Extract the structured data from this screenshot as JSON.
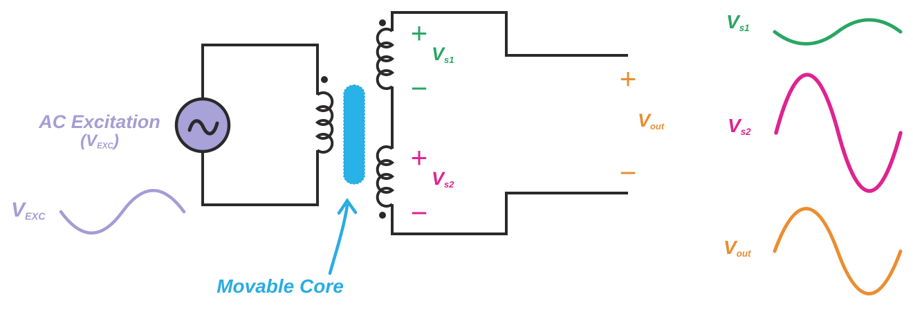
{
  "colors": {
    "wire": "#2b292a",
    "lavender": "#a49dd4",
    "lavender-fill": "#a8a2d8",
    "green": "#29a662",
    "pink": "#df2390",
    "orange": "#ea8e31",
    "cyan": "#2bace2",
    "cyan-fill": "#29b2e8"
  },
  "excitation": {
    "title": "AC Excitation",
    "paren_open": "(",
    "v": "V",
    "v_sub": "EXC",
    "paren_close": ")"
  },
  "excitation_wave_label": {
    "v": "V",
    "sub": "EXC"
  },
  "core": {
    "label": "Movable Core"
  },
  "secondary1": {
    "plus": "+",
    "minus": "−",
    "v": "V",
    "sub": "s1"
  },
  "secondary2": {
    "plus": "+",
    "minus": "−",
    "v": "V",
    "sub": "s2"
  },
  "output": {
    "plus": "+",
    "minus": "−",
    "v": "V",
    "sub": "out"
  },
  "waveform_labels": {
    "vs1": {
      "v": "V",
      "sub": "s1"
    },
    "vs2": {
      "v": "V",
      "sub": "s2"
    },
    "vout": {
      "v": "V",
      "sub": "out"
    }
  },
  "waveforms": [
    {
      "name": "Vs1",
      "color": "#29a662",
      "shape": "small amplitude sine, trough first"
    },
    {
      "name": "Vs2",
      "color": "#df2390",
      "shape": "large amplitude sine, peak first"
    },
    {
      "name": "Vout",
      "color": "#ea8e31",
      "shape": "medium amplitude sine, peak first"
    }
  ]
}
